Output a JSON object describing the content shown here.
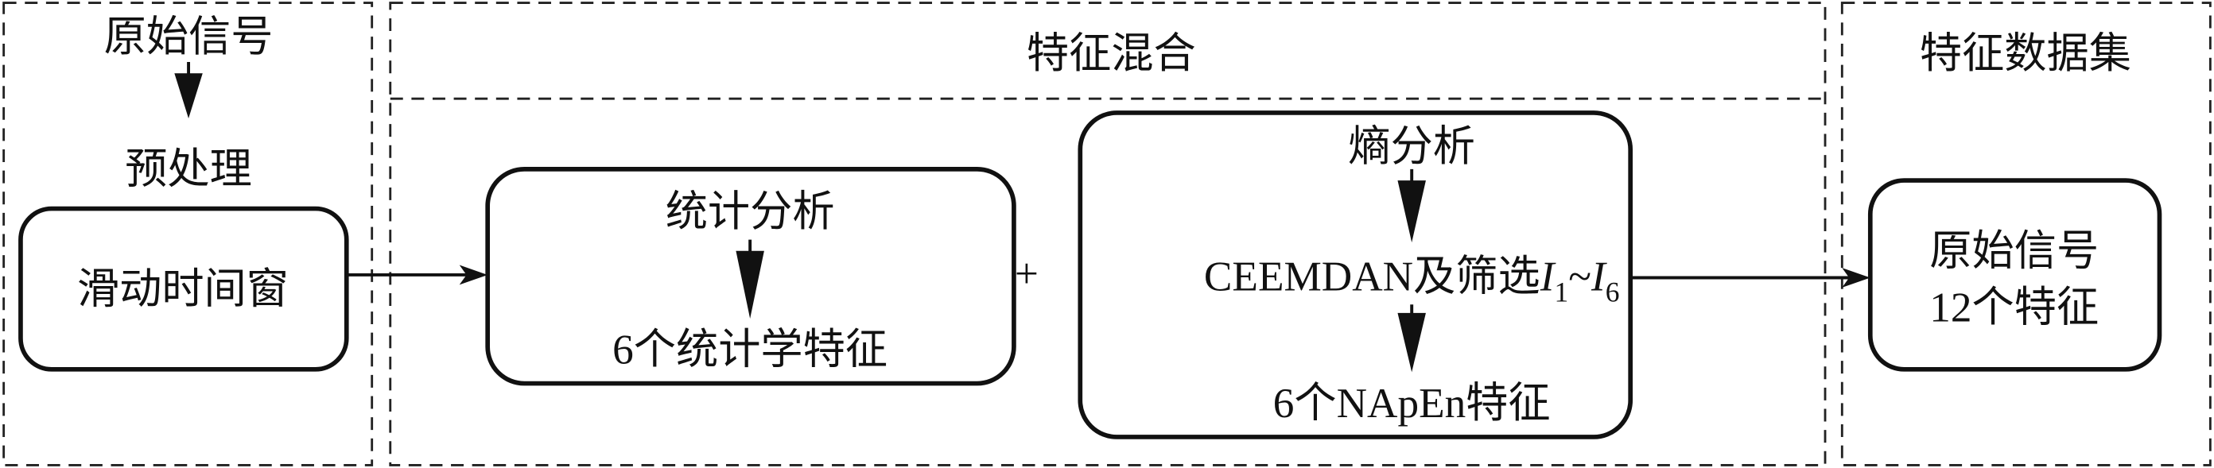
{
  "sections": {
    "input": {
      "title": "原始信号",
      "step": "预处理",
      "box": "滑动时间窗"
    },
    "mixing": {
      "title": "特征混合",
      "stats": {
        "top": "统计分析",
        "bottom": "6个统计学特征"
      },
      "plus": "+",
      "entropy": {
        "top": "熵分析",
        "middle_prefix": "CEEMDAN及筛选",
        "imf_symbol": "I",
        "imf_from": "1",
        "tilde": "~",
        "imf_to": "6",
        "bottom": "6个NApEn特征"
      }
    },
    "output": {
      "title": "特征数据集",
      "line1": "原始信号",
      "line2": "12个特征"
    }
  },
  "colors": {
    "stroke": "#111111",
    "background": "#ffffff"
  }
}
